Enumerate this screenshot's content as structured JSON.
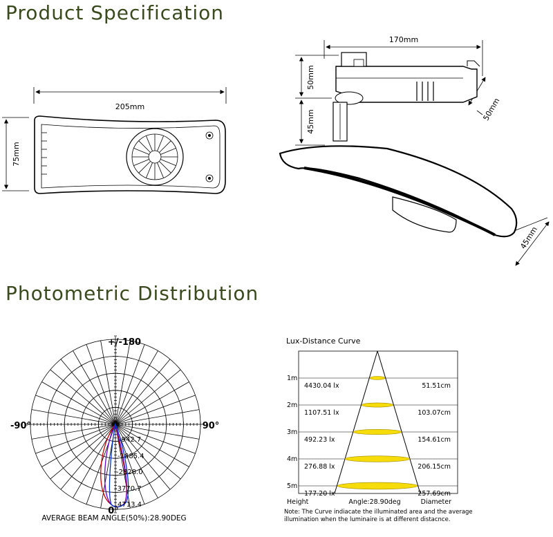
{
  "headings": {
    "product": "Product Specification",
    "photometric": "Photometric Distribution"
  },
  "dimensions": {
    "top_width": "205mm",
    "top_height": "75mm",
    "side_width": "170mm",
    "side_height_upper": "50mm",
    "side_height_lower": "45mm",
    "side_bracket": "50mm",
    "side_head": "45mm"
  },
  "polar": {
    "top_label": "+/-180",
    "left_label": "-90°",
    "right_label": "90°",
    "bottom_label": "0°",
    "intensity_labels": [
      "942.7",
      "1885.4",
      "2828.0",
      "3770.7",
      "4713.4"
    ],
    "caption": "AVERAGE BEAM ANGLE(50%):28.90DEG",
    "series_colors": [
      "#cc0000",
      "#6600cc",
      "#0033cc"
    ]
  },
  "lux": {
    "title": "Lux-Distance Curve",
    "rows": [
      {
        "height": "1m",
        "lux": "4430.04 lx",
        "diameter": "51.51cm"
      },
      {
        "height": "2m",
        "lux": "1107.51 lx",
        "diameter": "103.07cm"
      },
      {
        "height": "3m",
        "lux": "492.23 lx",
        "diameter": "154.61cm"
      },
      {
        "height": "4m",
        "lux": "276.88 lx",
        "diameter": "206.15cm"
      },
      {
        "height": "5m",
        "lux": "177.20 lx",
        "diameter": "257.69cm"
      }
    ],
    "footer_height": "Height",
    "footer_angle": "Angle:28.90deg",
    "footer_diameter": "Diameter",
    "note_line1": "Note: The Curve indiacate the illuminated area and the average",
    "note_line2": "illumination when the luminaire is at different distacnce.",
    "accent": "#f5dc0a"
  }
}
